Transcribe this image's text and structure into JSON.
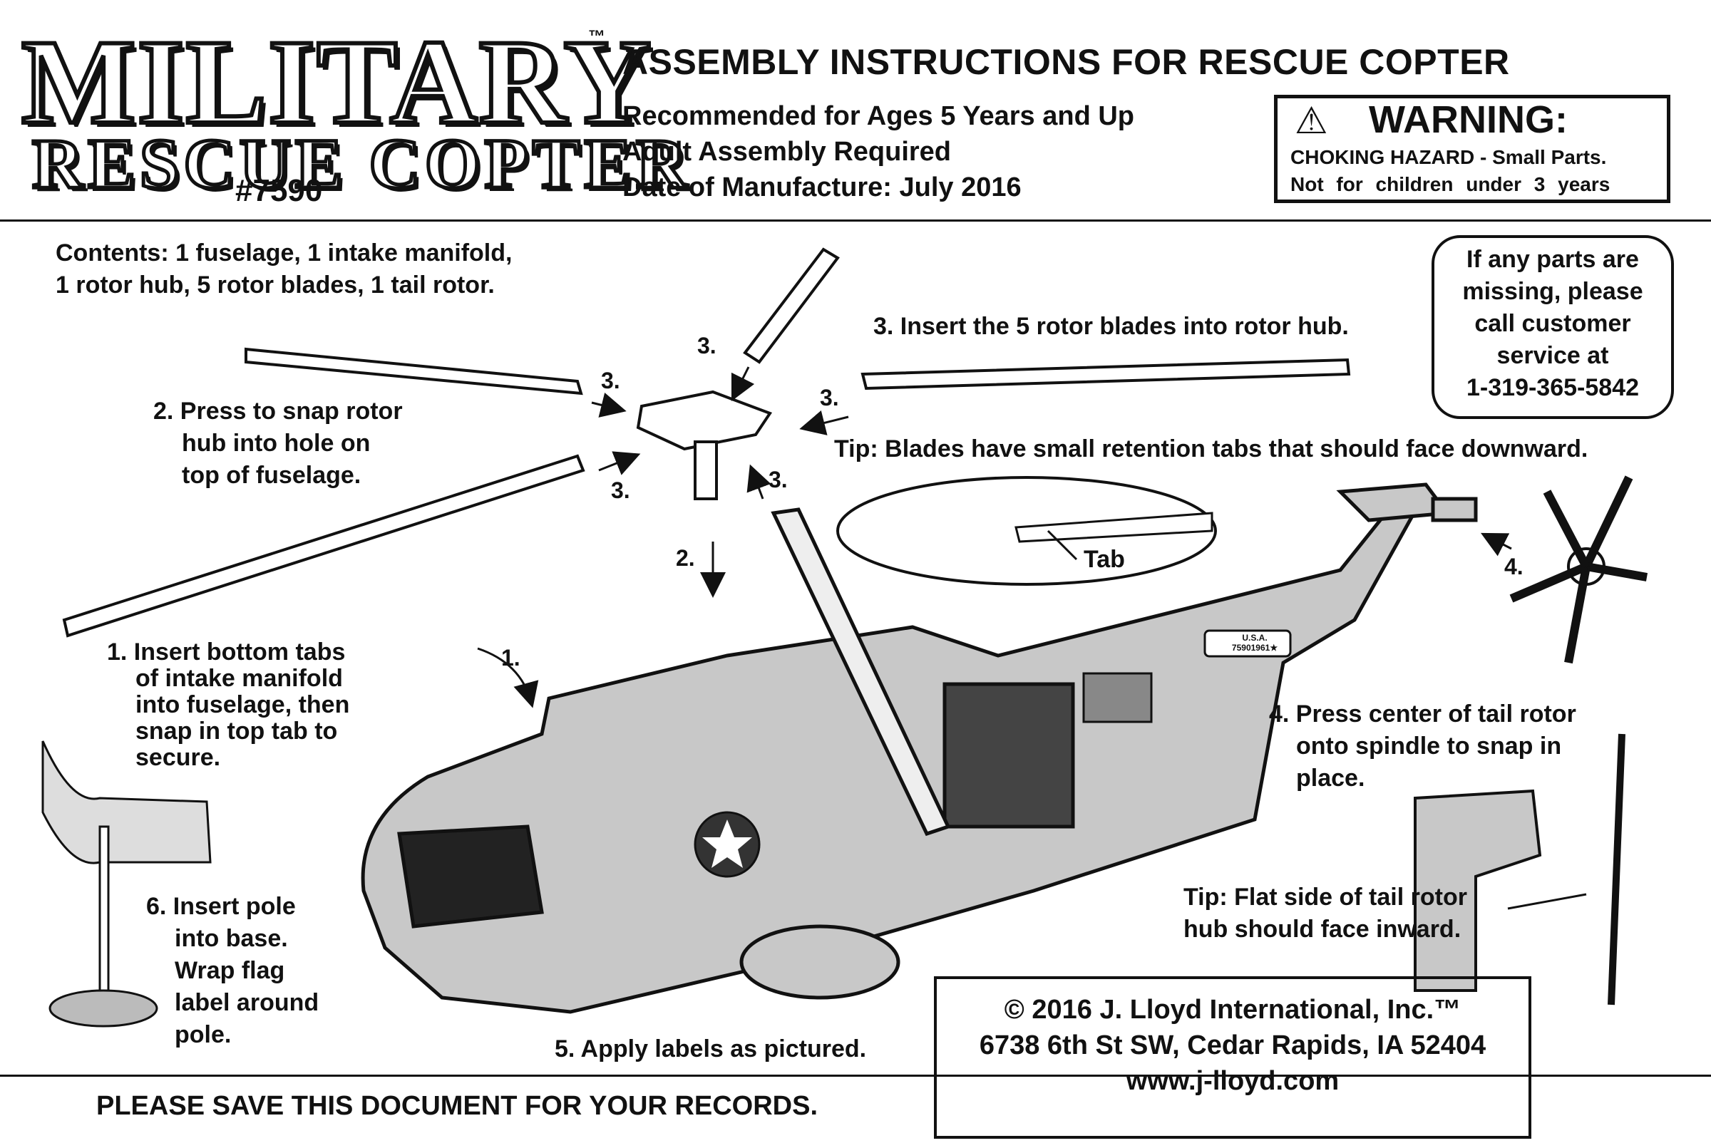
{
  "logo": {
    "word1": "MILITARY",
    "word2": "RESCUE COPTER",
    "tm": "™",
    "model": "#7590"
  },
  "title": "ASSEMBLY INSTRUCTIONS FOR RESCUE COPTER",
  "info": {
    "ages": "Recommended for Ages 5 Years and Up",
    "assembly": "Adult Assembly Required",
    "date": "Date of Manufacture: July 2016"
  },
  "warning": {
    "icon": "warning-triangle-icon",
    "title": "WARNING:",
    "line1": "CHOKING HAZARD - Small Parts.",
    "line2": "Not for children under 3 years"
  },
  "contents": {
    "line1": "Contents: 1 fuselage, 1 intake manifold,",
    "line2": "1 rotor hub, 5 rotor blades, 1 tail rotor."
  },
  "customer": {
    "line1": "If any parts are",
    "line2": "missing, please",
    "line3": "call customer",
    "line4": "service at",
    "phone": "1-319-365-5842"
  },
  "steps": {
    "s3": "3. Insert the 5 rotor blades into rotor hub.",
    "s2a": "2. Press to snap rotor",
    "s2b": "hub into hole on",
    "s2c": "top of fuselage.",
    "tip1": "Tip: Blades have small retention tabs that should face downward.",
    "tab": "Tab",
    "s1a": "1. Insert bottom tabs",
    "s1b": "of intake manifold",
    "s1c": "into fuselage, then",
    "s1d": "snap in top tab to",
    "s1e": "secure.",
    "s4a": "4. Press center of tail rotor",
    "s4b": "onto spindle to snap in",
    "s4c": "place.",
    "tip2a": "Tip: Flat side of tail rotor",
    "tip2b": "hub should face inward.",
    "s6a": "6. Insert pole",
    "s6b": "into base.",
    "s6c": "Wrap flag",
    "s6d": "label around",
    "s6e": "pole.",
    "s5": "5. Apply labels as pictured."
  },
  "markers": {
    "m3": "3.",
    "m2": "2.",
    "m1": "1.",
    "m4": "4."
  },
  "decals": {
    "usa": "U.S.A.",
    "serial": "75901961★"
  },
  "copyright": {
    "line1": "© 2016 J. Lloyd International, Inc.™",
    "line2": "6738 6th St SW, Cedar Rapids, IA 52404",
    "line3": "www.j-lloyd.com"
  },
  "footer": "PLEASE SAVE THIS DOCUMENT FOR YOUR RECORDS."
}
